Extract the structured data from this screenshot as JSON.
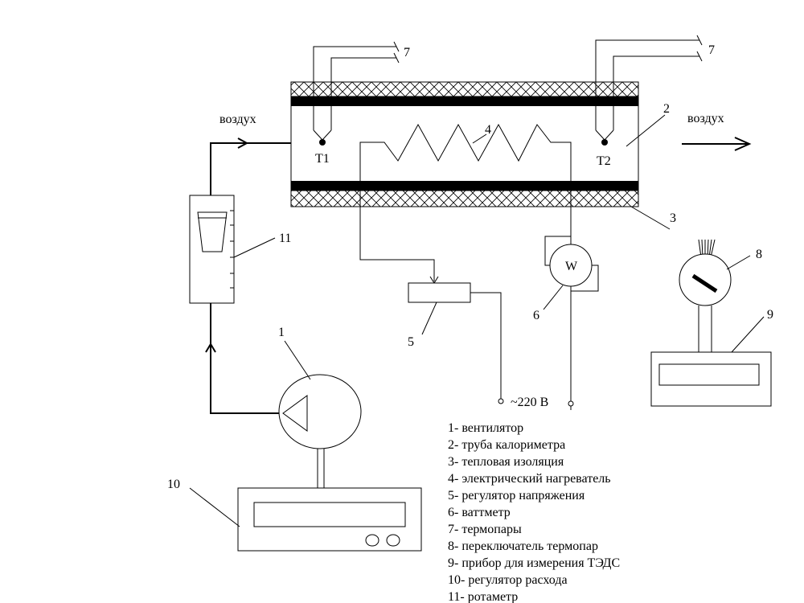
{
  "labels": {
    "air_in": "воздух",
    "air_out": "воздух",
    "t1": "T1",
    "t2": "T2",
    "wattmeter_symbol": "W",
    "voltage": "~220 В",
    "n1": "1",
    "n2": "2",
    "n3": "3",
    "n4": "4",
    "n5": "5",
    "n6": "6",
    "n7a": "7",
    "n7b": "7",
    "n8": "8",
    "n9": "9",
    "n10": "10",
    "n11": "11"
  },
  "legend": [
    "1- вентилятор",
    "2- труба калориметра",
    "3- тепловая изоляция",
    "4- электрический нагреватель",
    "5- регулятор напряжения",
    "6- ваттметр",
    "7- термопары",
    "8- переключатель термопар",
    "9- прибор для измерения ТЭДС",
    "10- регулятор расхода",
    "11- ротаметр"
  ]
}
